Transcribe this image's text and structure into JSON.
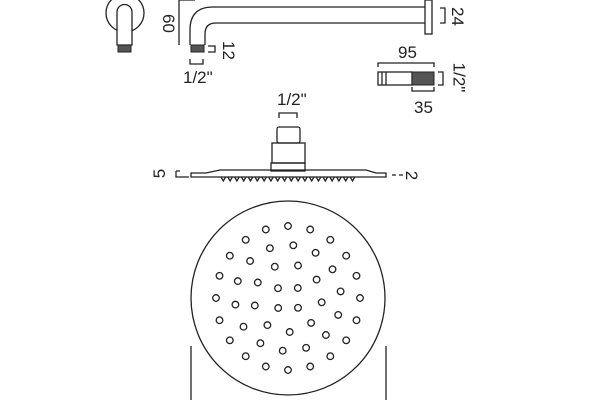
{
  "dimensions": {
    "arm_drop": "60",
    "arm_diameter": "24",
    "thread_length": "12",
    "arm_thread": "1/2\"",
    "extension_length": "95",
    "extension_thread": "1/2\"",
    "extension_thread_length": "35",
    "head_inlet": "1/2\"",
    "head_edge_left": "5",
    "head_edge_right": "2"
  },
  "colors": {
    "line": "#222222",
    "background": "#ffffff"
  }
}
